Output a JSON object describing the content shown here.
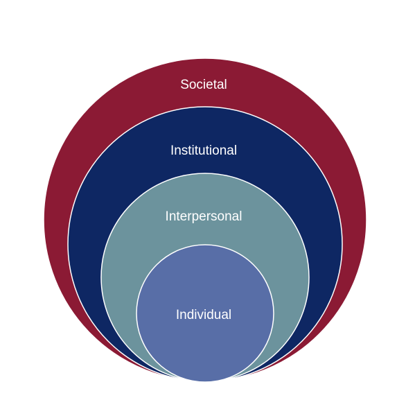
{
  "diagram": {
    "levels": [
      {
        "label": "Societal",
        "color": "#8B1A34"
      },
      {
        "label": "Institutional",
        "color": "#0E2763"
      },
      {
        "label": "Interpersonal",
        "color": "#6C939D"
      },
      {
        "label": "Individual",
        "color": "#586EA7"
      }
    ],
    "outline_color": "#ffffff"
  }
}
